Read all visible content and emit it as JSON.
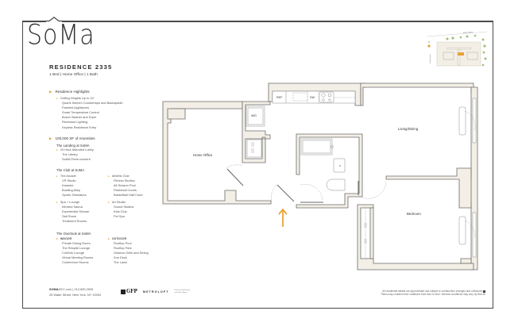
{
  "brand": {
    "logo": "SoMa"
  },
  "residence": {
    "title": "RESIDENCE 2335",
    "subtitle": "1 Bed  |  Home Office  |  1 Bath"
  },
  "highlights": {
    "heading": "Residence Highlights",
    "items": [
      "Ceiling Heights Up to 10'",
      "Quartz Kitchen Countertops and Backsplash",
      "Paneled Appliances",
      "Smart Temperature Control",
      "Bosch Washer and Dryer",
      "Recessed Lighting",
      "Keyless Residence Entry"
    ]
  },
  "amenities": {
    "heading": "100,000 SF of Amenities",
    "landing": {
      "title": "The Landing at SoMA",
      "items": [
        "24 Hour Attended Lobby",
        "The Library",
        "SoMA Porte-cochere"
      ]
    },
    "club": {
      "title": "The Club at SoMA",
      "col1_group1": [
        "The Arcade",
        "VR Studio",
        "Karaoke",
        "Bowling Alley",
        "Sports Simulators"
      ],
      "col1_group2": [
        "Spa + Lounge",
        "Infrared Sauna",
        "Experiential Shower",
        "Salt Room",
        "Treatment Rooms"
      ],
      "col2_group1": [
        "Athletic Club",
        "Fitness Studios",
        "All-Season Pool",
        "Pickleball Courts",
        "Basketball Half Court"
      ],
      "col2_group2": [
        "Art Studio",
        "Sound Studios",
        "Kids Club",
        "Pet Spa"
      ]
    },
    "overlook": {
      "title": "The Overlook at SoMA",
      "indoor_label": "INDOOR",
      "indoor": [
        "Private Dining Room",
        "The Respite Lounge",
        "CoWork Lounge",
        "Virtual Meeting Rooms",
        "Conference Rooms"
      ],
      "outdoor_label": "OUTDOOR",
      "outdoor": [
        "Rooftop Pool",
        "Rooftop Park",
        "Outdoor Grills and Dining",
        "Sun Deck",
        "The Lawn"
      ]
    }
  },
  "floorplan": {
    "rooms": {
      "home_office": "Home Office",
      "living_dining": "Living/Dining",
      "bedroom": "Bedroom"
    },
    "fixtures": {
      "ref": "REF",
      "dw": "DW",
      "wd": "W/D"
    },
    "colors": {
      "wall_fill": "#f3efe6",
      "wall_line": "#6b6b6b",
      "entry_arrow": "#e8a23a"
    }
  },
  "keyplan": {
    "street_top": "Water Street",
    "street_left": "Gouverneur Street",
    "street_right": "Street",
    "highlight_color": "#e8a23a"
  },
  "footer": {
    "website_bold": "SOMA",
    "website_rest": "NYC.com  |  212.825.2525",
    "address": "25 Water Street, New York, NY 10004",
    "partners": [
      "GFP",
      "METROLOFT",
      "Exclusive Marketing and Sales Agent"
    ],
    "disclaimer_line1": "All residential details are approximate and subject to construction changes and omissions.",
    "disclaimer_line2": "Plans may contain minor variations from floor to floor. Window conditions may vary by floor.",
    "compass": "N"
  }
}
